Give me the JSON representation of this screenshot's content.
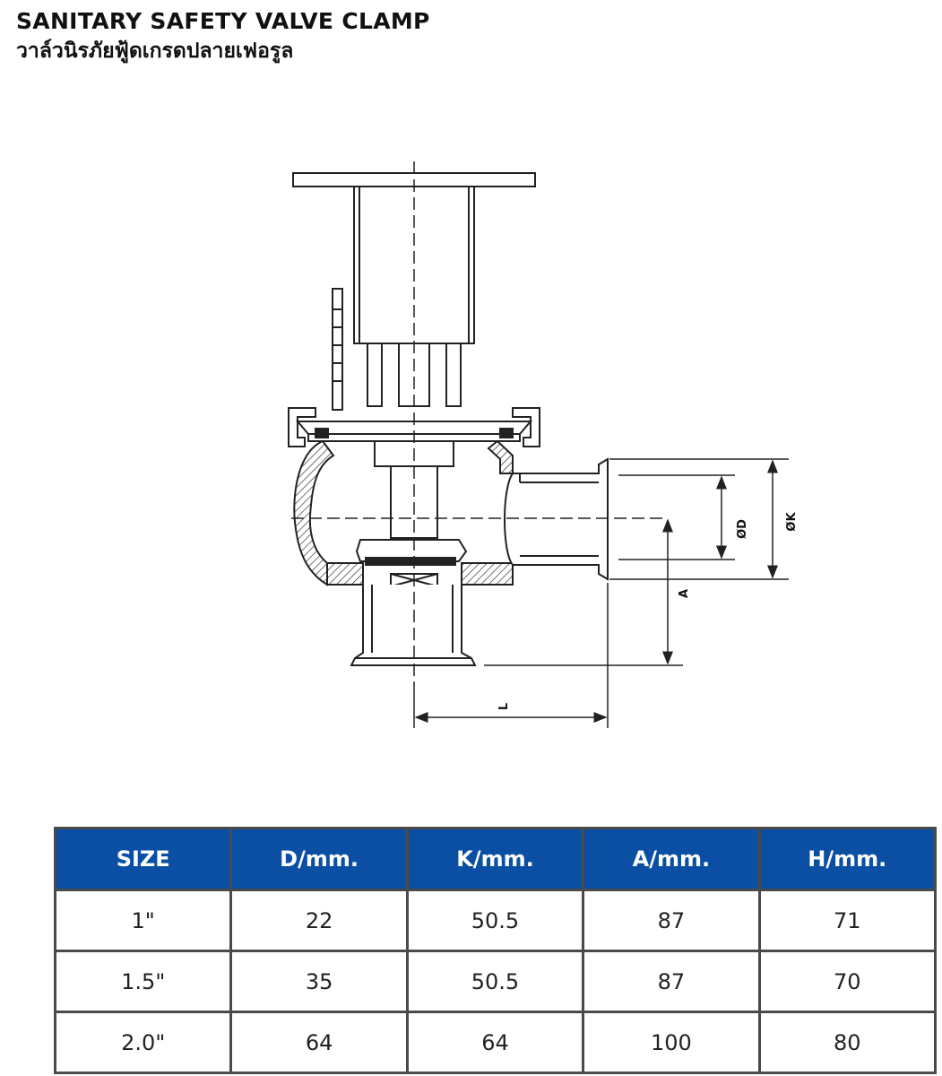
{
  "title": {
    "en": "SANITARY SAFETY VALVE CLAMP",
    "th": "วาล์วนิรภัยฟู้ดเกรดปลายเฟอรูล"
  },
  "drawing": {
    "labels": {
      "d": "ØD",
      "k": "ØK",
      "a": "A",
      "l": "L"
    }
  },
  "table": {
    "headers": [
      "SIZE",
      "D/mm.",
      "K/mm.",
      "A/mm.",
      "H/mm."
    ],
    "rows": [
      [
        "1\"",
        "22",
        "50.5",
        "87",
        "71"
      ],
      [
        "1.5\"",
        "35",
        "50.5",
        "87",
        "70"
      ],
      [
        "2.0\"",
        "64",
        "64",
        "100",
        "80"
      ]
    ]
  },
  "colors": {
    "header_bg": "#0a4fa3",
    "header_text": "#ffffff",
    "border": "#4a4a4a"
  }
}
